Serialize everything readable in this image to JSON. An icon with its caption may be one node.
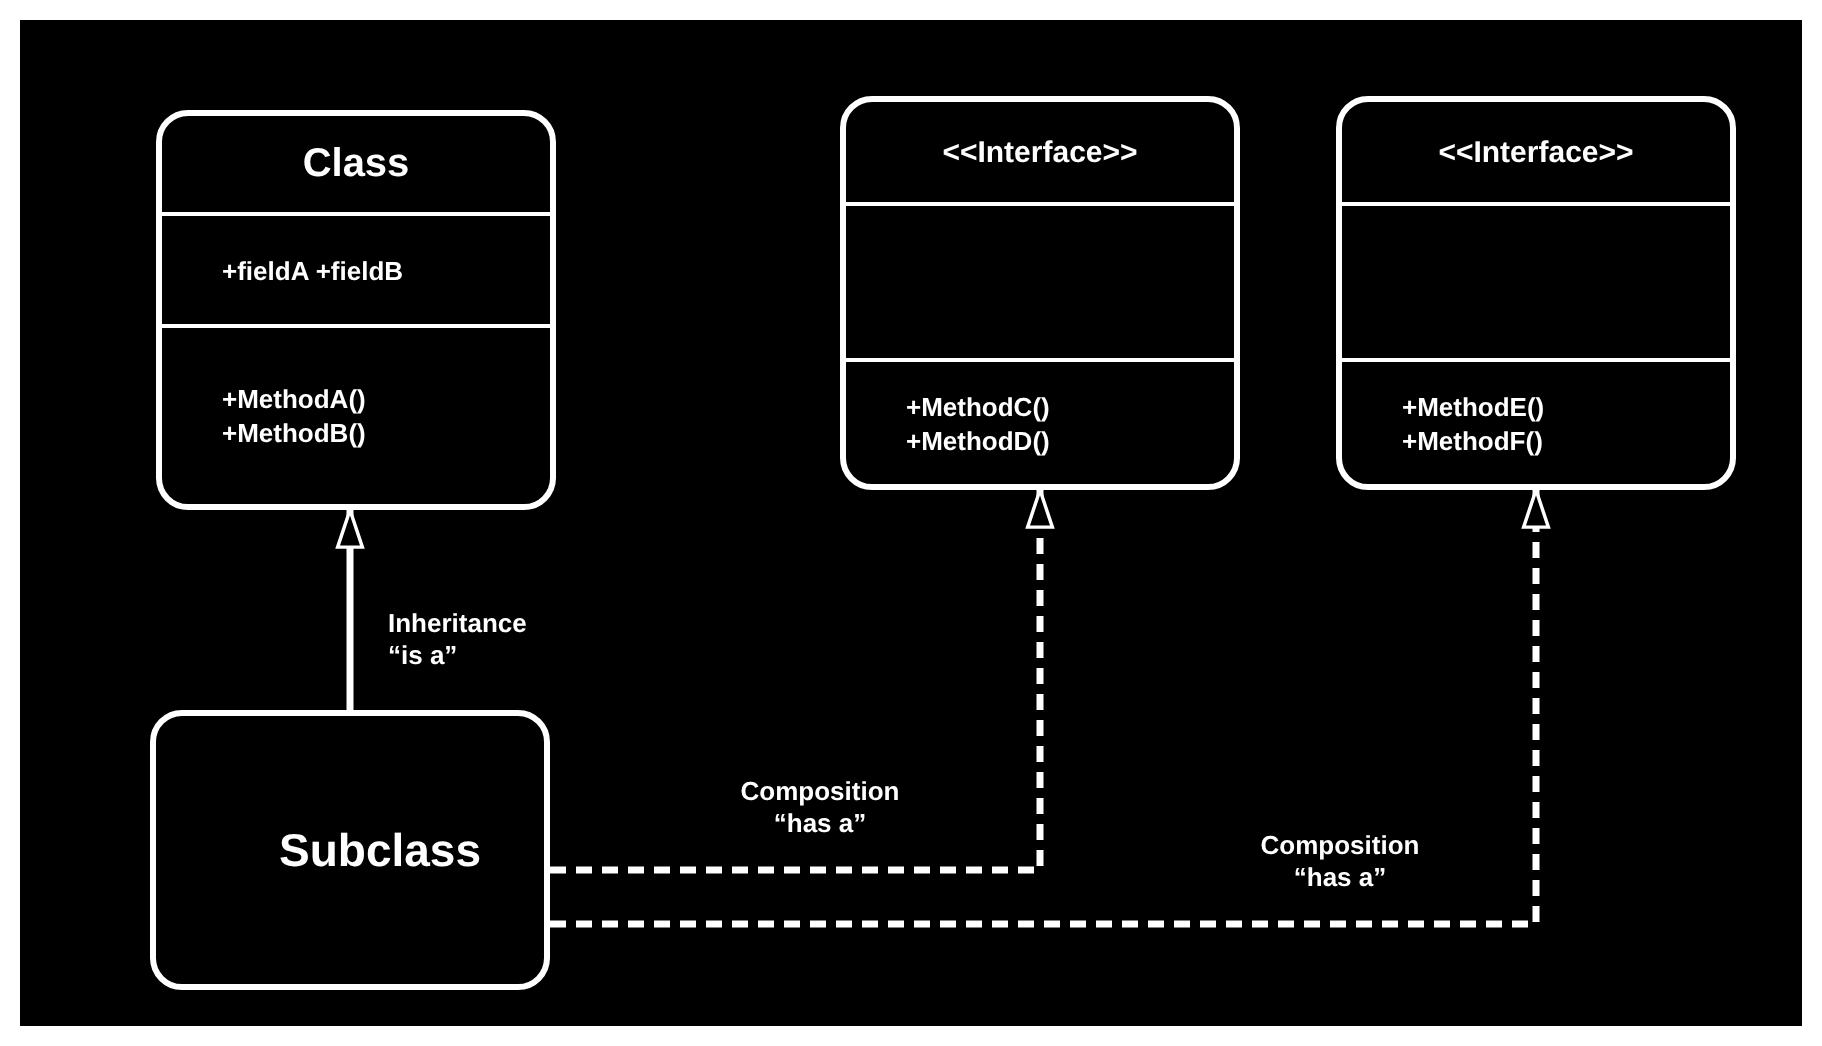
{
  "diagram": {
    "nodes": [
      {
        "text": [
          "Class",
          "+fieldA +fieldB",
          "+MethodA() +MethodB()"
        ]
      },
      {
        "text": [
          "<<Interface>>",
          "+MethodC() +MethodD()"
        ]
      },
      {
        "text": [
          "<<Interface>>",
          "+MethodE() +MethodF()"
        ]
      },
      {
        "text": [
          "Subclass"
        ]
      }
    ],
    "edges": [
      {
        "from": 3,
        "to": 0,
        "arrow": "to",
        "label": "Inheritance “is a”"
      },
      {
        "from": 3,
        "to": 1,
        "arrow": "to",
        "style": "dashed",
        "label": "Composition “has a”"
      },
      {
        "from": 3,
        "to": 2,
        "arrow": "to",
        "style": "dashed",
        "label": "Composition “has a”"
      }
    ]
  }
}
